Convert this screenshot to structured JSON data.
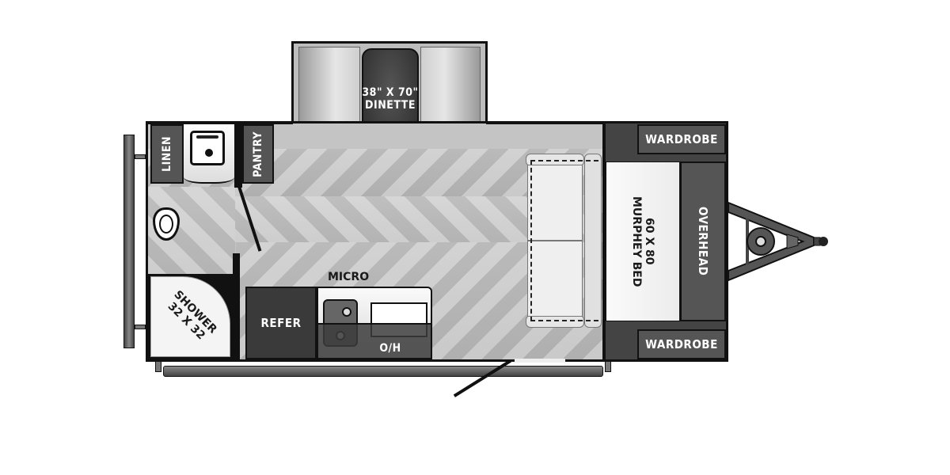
{
  "diagram": {
    "type": "floorplan",
    "subject": "travel trailer floor plan",
    "colors": {
      "wall": "#111111",
      "cabinet": "#555555",
      "floor": "#c4c4c4",
      "bed": "#f2f2f2",
      "background": "#ffffff"
    },
    "rooms": {
      "dinette": {
        "size": "38\" X 70\"",
        "label": "DINETTE"
      },
      "linen": {
        "label": "LINEN"
      },
      "pantry": {
        "label": "PANTRY"
      },
      "shower": {
        "label": "SHOWER",
        "size": "32 X 32"
      },
      "refer": {
        "label": "REFER"
      },
      "micro": {
        "label": "MICRO"
      },
      "overhead_kitchen": {
        "label": "O/H"
      },
      "wardrobe_top": {
        "label": "WARDROBE"
      },
      "wardrobe_bottom": {
        "label": "WARDROBE"
      },
      "bed": {
        "size": "60 X 80",
        "label": "MURPHEY BED"
      },
      "overhead_front": {
        "label": "OVERHEAD"
      }
    },
    "fixtures": [
      "toilet",
      "bathroom-sink",
      "stove-cooktop",
      "kitchen-sink",
      "sofa",
      "entry-door",
      "bathroom-door",
      "hitch",
      "spare-tire",
      "awning"
    ]
  }
}
